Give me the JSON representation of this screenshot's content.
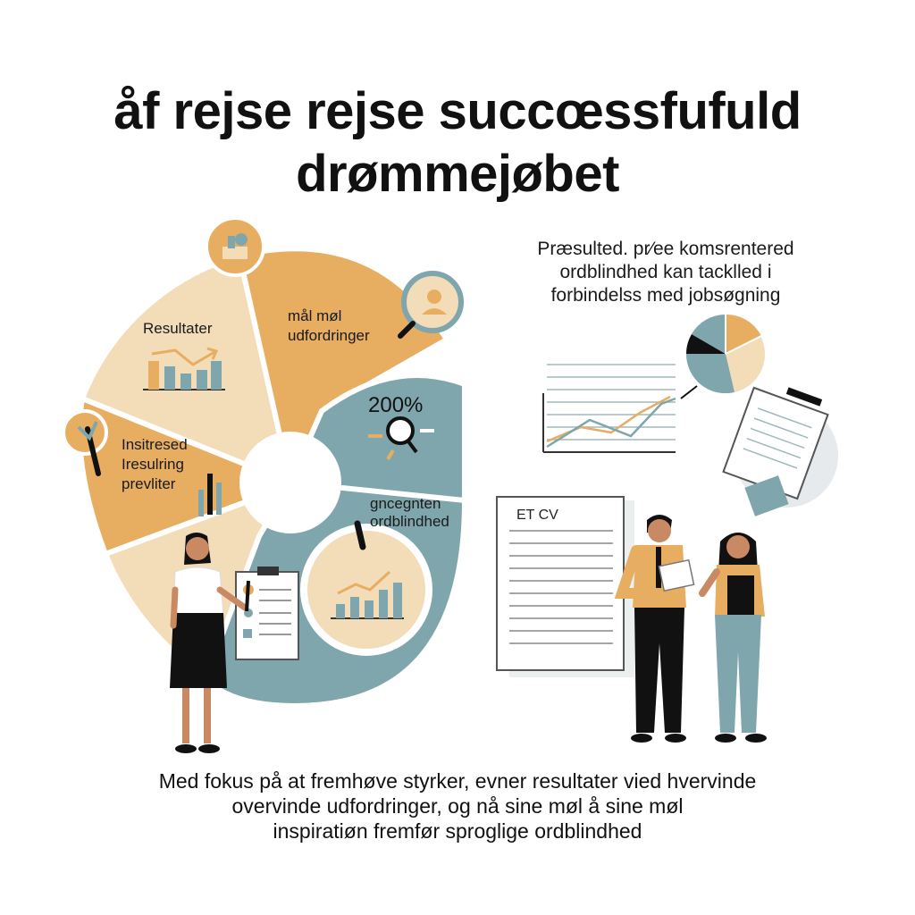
{
  "title": {
    "line1": "åf rejse rejse succœssfufuld",
    "line2": "drømmejøbet"
  },
  "wheel": {
    "segments": [
      {
        "label_line1": "Resultater",
        "label_line2": ""
      },
      {
        "label_line1": "mål møl",
        "label_line2": "udfordringer"
      },
      {
        "label_line1": "",
        "label_line2": ""
      },
      {
        "label_line1": "gncegnten",
        "label_line2": "ordblindhed"
      },
      {
        "label_line1": "Insitresed",
        "label_line2": "Iresulring",
        "label_line3": "prevliter"
      }
    ],
    "percent_label": "200%"
  },
  "side_text": {
    "line1": "Præsulted. pr⁄ee komsrentered",
    "line2": "ordblindhed kan tacklled i",
    "line3": "forbindelss med jobsøgning"
  },
  "cv_label": "ET CV",
  "bottom_text": {
    "line1": "Med fokus på at fremhøve styrker, evner resultater vied hvervinde",
    "line2": "overvinde udfordringer, og nå sine møl å sine møl",
    "line3": "inspiratiøn fremfør sproglige ordblindhed"
  },
  "colors": {
    "orange": "#E7AE62",
    "beige": "#F3DCB8",
    "teal": "#7FA6AC",
    "dark": "#111111",
    "white": "#FFFFFF"
  },
  "icons": [
    "chess-icon",
    "magnifier-person-icon",
    "magnifier-icon",
    "bar-chart-icon",
    "pie-chart-icon",
    "clipboard-icon",
    "cv-document-icon",
    "line-chart-icon"
  ]
}
